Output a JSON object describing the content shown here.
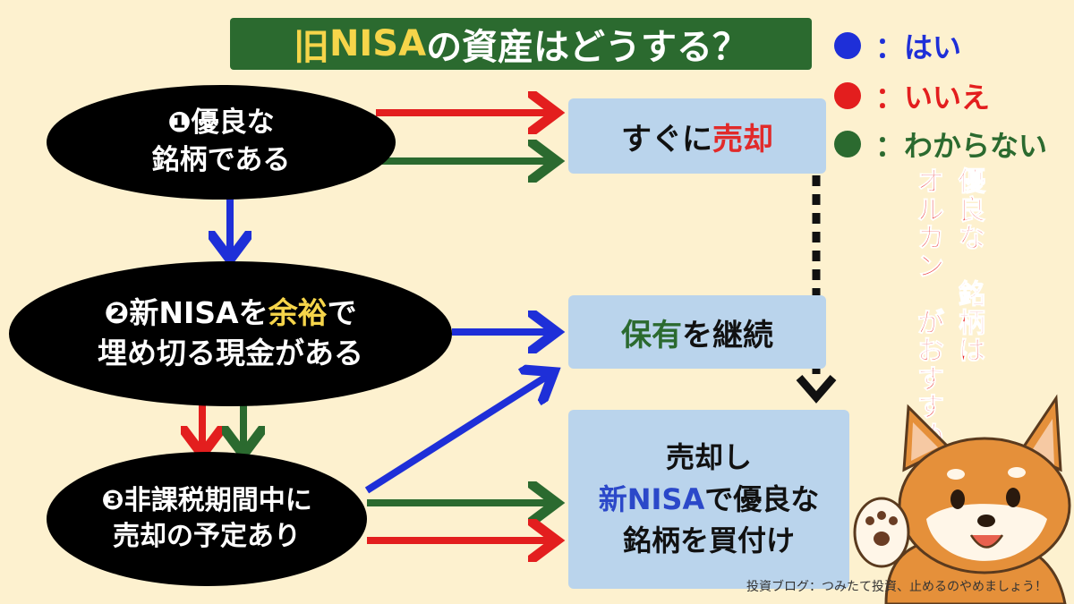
{
  "title": {
    "prefix": "旧",
    "nisa": "NISA",
    "rest": "の資産はどうする？"
  },
  "legend": [
    {
      "label": "：はい",
      "color": "#1e2fd8"
    },
    {
      "label": "：いいえ",
      "color": "#e31e1e"
    },
    {
      "label": "：わからない",
      "color": "#2b6a2f"
    }
  ],
  "nodes": {
    "q1": {
      "line1": "❶優良な",
      "line2": "銘柄である"
    },
    "q2": {
      "line1a": "❷新NISAを",
      "line1b": "余裕",
      "line1c": "で",
      "line2": "埋め切る現金がある"
    },
    "q3": {
      "line1": "❸非課税期間中に",
      "line2": "売却の予定あり"
    },
    "sell_now": {
      "a": "すぐに",
      "b": "売却"
    },
    "hold": {
      "a": "保有",
      "b": "を継続"
    },
    "sell_buy": {
      "line1": "売却し",
      "line2a": "新NISA",
      "line2b": "で優良な",
      "line3": "銘柄を買付け"
    }
  },
  "recommendation": {
    "col1": [
      "優",
      "良",
      "な",
      " ",
      "銘",
      "柄",
      "は"
    ],
    "col2": [
      "オ",
      "ル",
      "カ",
      "ン",
      " ",
      "が",
      "お",
      "す",
      "す",
      "め"
    ]
  },
  "footer": "投資ブログ：つみたて投資、止めるのやめましょう！"
}
